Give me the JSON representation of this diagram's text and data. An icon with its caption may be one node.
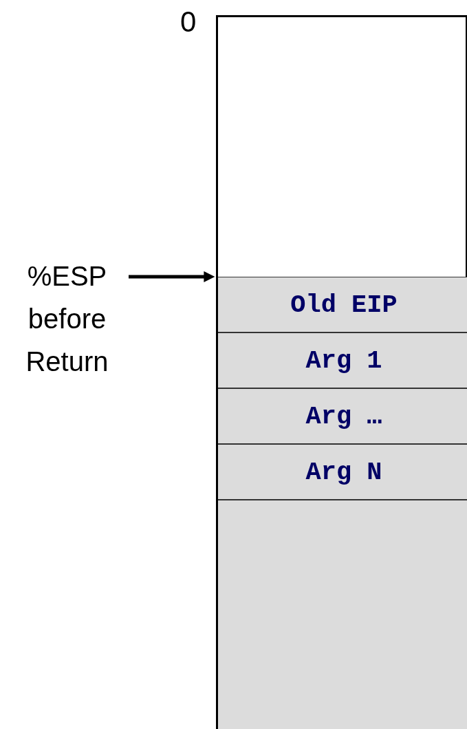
{
  "diagram": {
    "nodes": [
      {
        "text": [
          "%ESP before Return"
        ]
      },
      {
        "text": [],
        "shape": "box"
      },
      {
        "text": [
          "Old EIP"
        ],
        "in": 1
      },
      {
        "text": [
          "Arg 1"
        ],
        "in": 1
      },
      {
        "text": [
          "Arg …"
        ],
        "in": 1
      },
      {
        "text": [
          "Arg N"
        ],
        "in": 1
      },
      {
        "text": [],
        "shape": "box",
        "in": 1
      }
    ],
    "edges": [
      {
        "from": 0,
        "to": 1,
        "arrow": "to"
      }
    ],
    "labels": [
      "0"
    ]
  }
}
